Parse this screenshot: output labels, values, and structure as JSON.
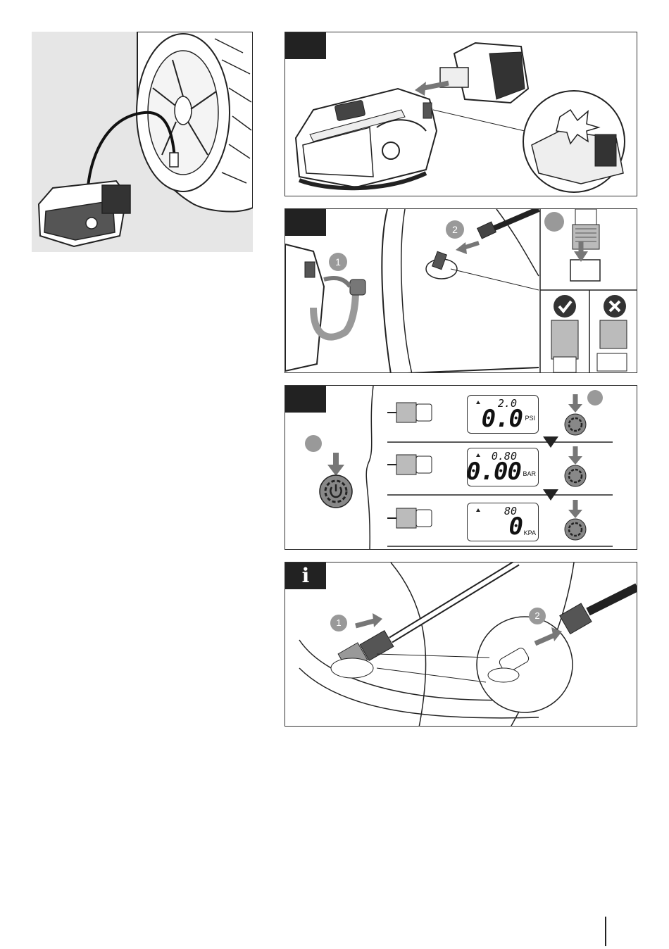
{
  "panels": {
    "step3": {
      "rows": [
        {
          "small": "2.0",
          "big": "0.0",
          "unit": "PSI"
        },
        {
          "small": "0.80",
          "big": "0.00",
          "unit": "BAR"
        },
        {
          "small": "80",
          "big": "0",
          "unit": "KPA"
        }
      ]
    },
    "info": {
      "badge": "i"
    }
  },
  "callouts": {
    "step2_one": "1",
    "step2_two": "2",
    "info_one": "1",
    "info_two": "2"
  }
}
